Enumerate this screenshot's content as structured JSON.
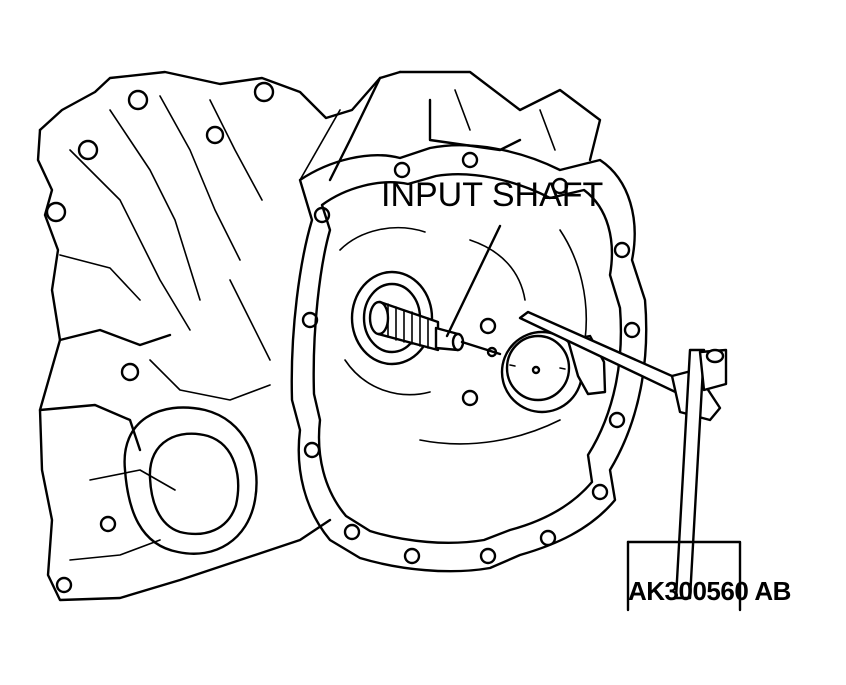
{
  "diagram": {
    "callout_label": "INPUT SHAFT",
    "figure_code": "AK300560",
    "figure_code_suffix": "AB"
  },
  "colors": {
    "ink": "#000000",
    "paper": "#ffffff"
  }
}
